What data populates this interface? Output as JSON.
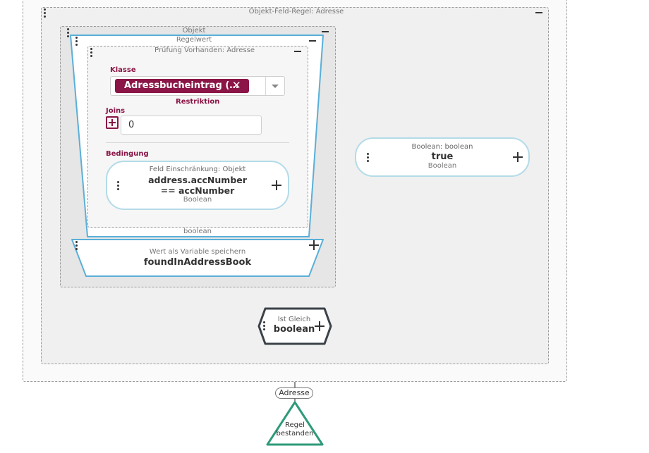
{
  "outer_rule": {
    "title": "Objekt-Feld-Regel: Adresse"
  },
  "object_block": {
    "title": "Objekt"
  },
  "regelwert": {
    "title": "Regelwert",
    "bottom_label": "boolean"
  },
  "pruefung": {
    "title": "Prüfung Vorhanden: Adresse",
    "klasse_label": "Klasse",
    "klasse_chip": "Adressbucheintrag (…",
    "restriktion_label": "Restriktion",
    "joins_label": "Joins",
    "joins_value": "0",
    "bedingung_label": "Bedingung"
  },
  "feld_node": {
    "title": "Feld Einschränkung: Objekt",
    "value": "address.accNumber == accNumber",
    "type": "Boolean"
  },
  "variable_node": {
    "title": "Wert als Variable speichern",
    "value": "foundInAddressBook"
  },
  "boolean_node": {
    "title": "Boolean: boolean",
    "value": "true",
    "type": "Boolean"
  },
  "ist_gleich_node": {
    "title": "Ist Gleich",
    "value": "boolean"
  },
  "output_label": "Adresse",
  "end_node": {
    "label": "Regel bestanden"
  },
  "colors": {
    "accent_blue": "#5aafd8",
    "pill_border": "#b3dbe8",
    "brand_red": "#8a1546",
    "end_green": "#2e9a7a",
    "node_dark": "#3b4248"
  }
}
